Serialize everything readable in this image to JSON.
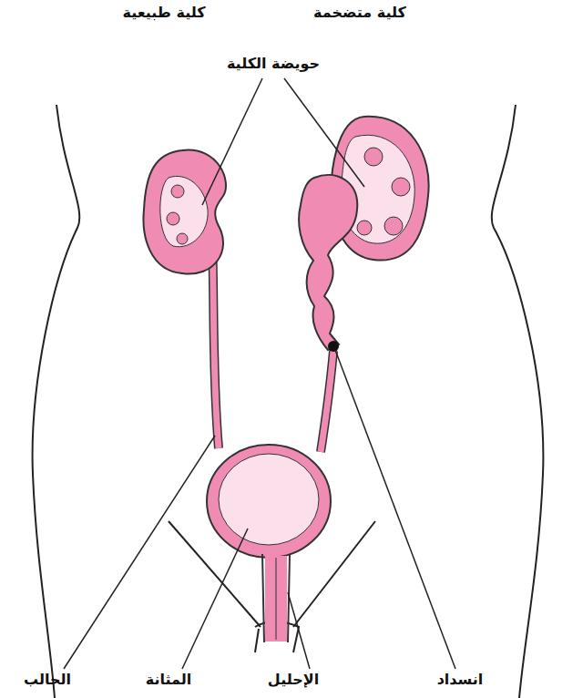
{
  "diagram": {
    "labels": [
      "كلية طبيعية",
      "كلية متضخمة",
      "حويضة الكلية",
      "الحالب",
      "المثانة",
      "الإحليل",
      "انسداد"
    ]
  }
}
